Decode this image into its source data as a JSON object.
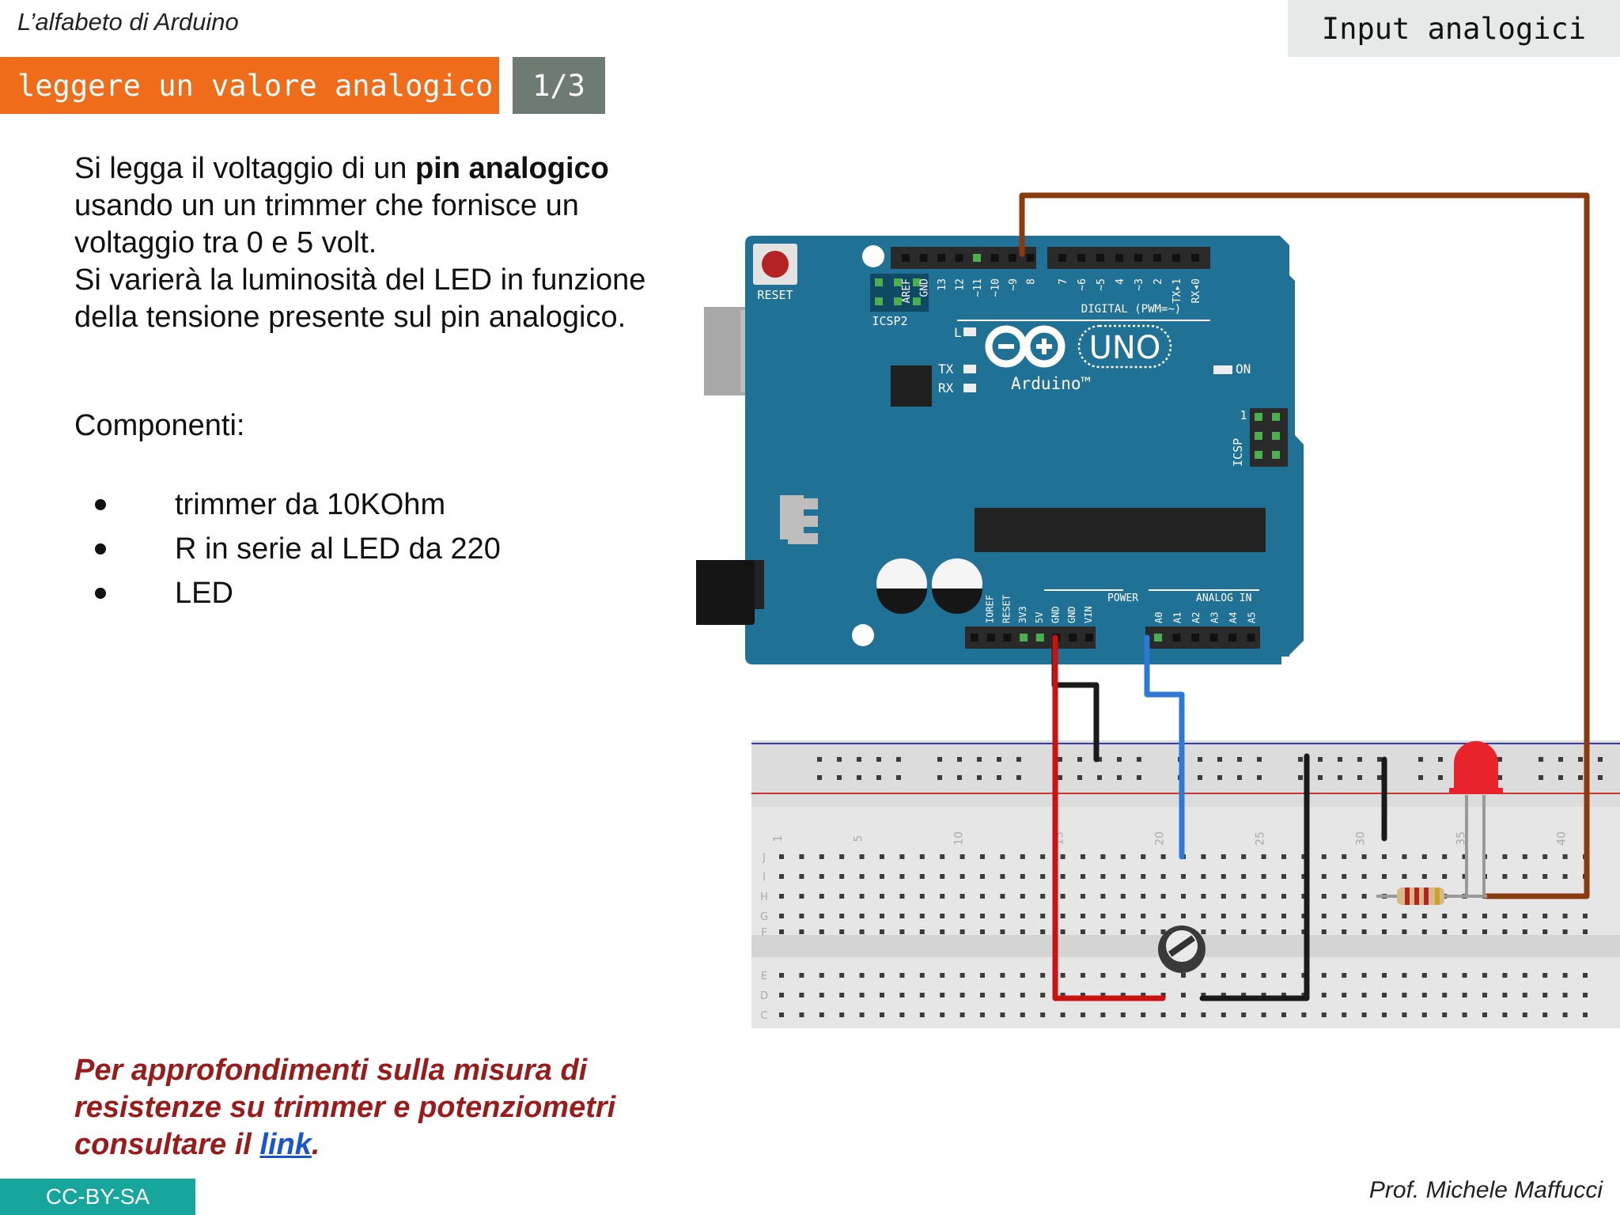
{
  "header": {
    "course_title": "L’alfabeto di Arduino",
    "topic": "Input analogici",
    "slide_title": "leggere un valore analogico",
    "page": "1/3"
  },
  "intro": {
    "line1_pre": "Si legga il voltaggio di un ",
    "line1_bold": "pin analogico",
    "line1_post": " usando un un trimmer che fornisce un voltaggio tra 0 e 5 volt.",
    "line2": "Si varierà la luminosità del LED in funzione della tensione presente sul pin analogico."
  },
  "components": {
    "heading": "Componenti:",
    "items": [
      "trimmer da 10KOhm",
      "R in serie al LED da 220",
      "LED"
    ]
  },
  "note": {
    "text": "Per approfondimenti sulla misura di resistenze su trimmer e potenziometri consultare il ",
    "link": "link",
    "end": "."
  },
  "footer": {
    "license": "CC-BY-SA",
    "author": "Prof. Michele Maffucci"
  },
  "board": {
    "reset": "RESET",
    "icsp2": "ICSP2",
    "icsp": "ICSP",
    "icsp_pin1": "1",
    "digital_label": "DIGITAL (PWM=~)",
    "digital_pins": [
      "AREF",
      "GND",
      "13",
      "12",
      "~11",
      "~10",
      "~9",
      "8",
      "7",
      "~6",
      "~5",
      "4",
      "~3",
      "2",
      "TX▸1",
      "RX◂0"
    ],
    "brand": "Arduino™",
    "model": "UNO",
    "led_l": "L",
    "led_tx": "TX",
    "led_rx": "RX",
    "led_on": "ON",
    "power_label": "POWER",
    "power_pins": [
      "IOREF",
      "RESET",
      "3V3",
      "5V",
      "GND",
      "GND",
      "VIN"
    ],
    "analog_label": "ANALOG IN",
    "analog_pins": [
      "A0",
      "A1",
      "A2",
      "A3",
      "A4",
      "A5"
    ]
  },
  "breadboard": {
    "col_numbers": [
      "1",
      "5",
      "10",
      "15",
      "20",
      "25",
      "30",
      "35",
      "40"
    ],
    "rows_top": [
      "J",
      "I",
      "H",
      "G",
      "F"
    ],
    "rows_bottom": [
      "E",
      "D",
      "C"
    ]
  },
  "colors": {
    "accent_orange": "#ef6c1a",
    "page_gray": "#6d7b73",
    "license_teal": "#17a69b",
    "board_blue": "#1f7196",
    "wire_brown": "#8b3a0e",
    "wire_red": "#cc1111",
    "wire_black": "#1a1a1a",
    "wire_blue": "#2e78d6",
    "led_red": "#e8232a"
  }
}
